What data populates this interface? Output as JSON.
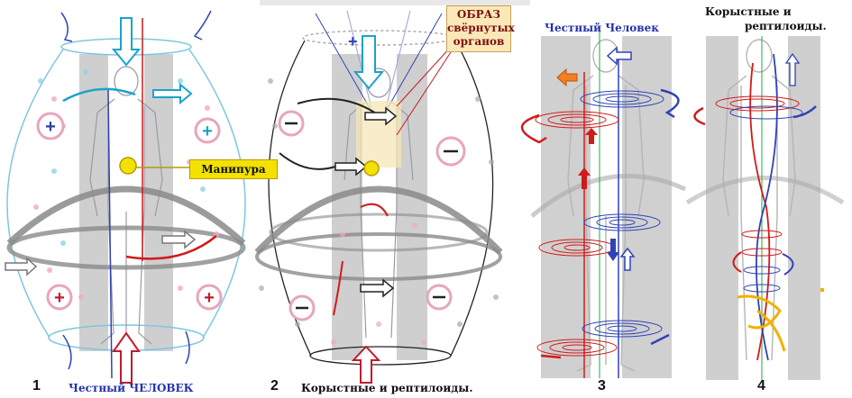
{
  "panels": [
    {
      "number": "1",
      "caption": "Честный ЧЕЛОВЕК"
    },
    {
      "number": "2",
      "caption": "Корыстные и рептилоиды."
    },
    {
      "number": "3",
      "caption": "Честный Человек"
    },
    {
      "number": "4",
      "caption_lines": [
        "Корыстные и",
        "рептилоиды."
      ]
    }
  ],
  "labels": {
    "manipura": "Манипура",
    "obraz_lines": [
      "ОБРАЗ",
      "свёрнутых",
      "органов"
    ]
  },
  "colors": {
    "plus": "#c2185b",
    "minus": "#222222",
    "red": "#d11a1a",
    "blue": "#2f43b5",
    "cyan": "#1aa3cc",
    "gray": "#c8c8c8"
  }
}
